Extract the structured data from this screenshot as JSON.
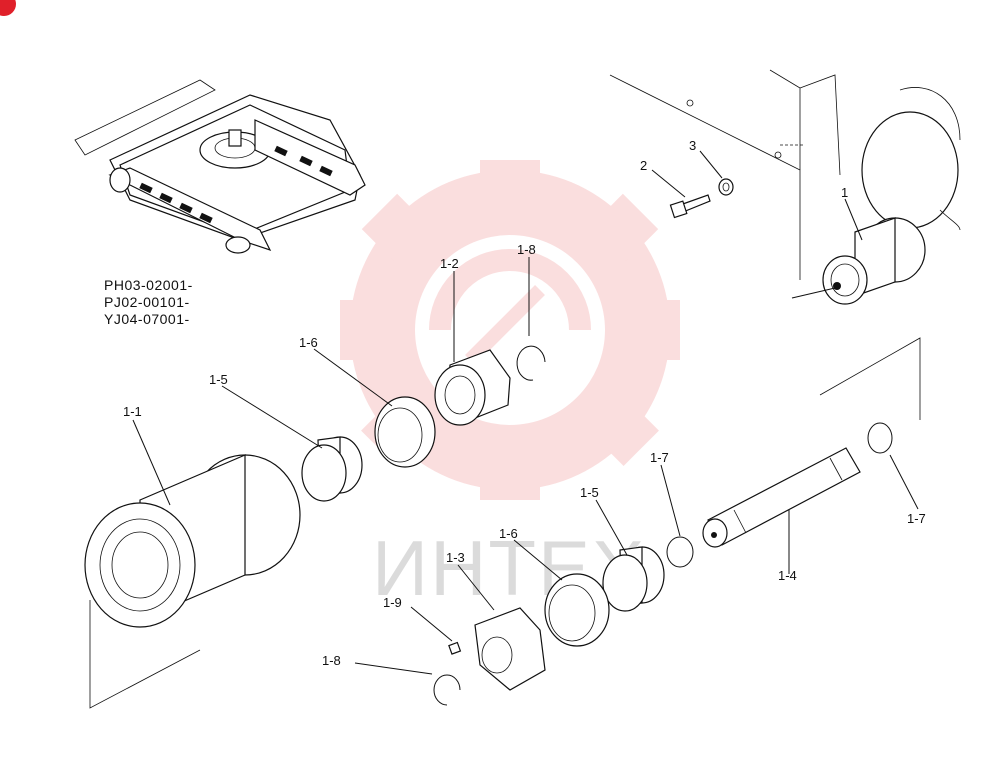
{
  "corner_badge_color": "#e0202a",
  "watermark": {
    "text": "ИНТЕХ",
    "color": "#f08a8a"
  },
  "serials": [
    "PH03-02001-",
    "PJ02-00101-",
    "YJ04-07001-"
  ],
  "callouts": {
    "c1": "1",
    "c2": "2",
    "c3": "3",
    "c1_1": "1-1",
    "c1_2": "1-2",
    "c1_3": "1-3",
    "c1_4": "1-4",
    "c1_5a": "1-5",
    "c1_5b": "1-5",
    "c1_6a": "1-6",
    "c1_6b": "1-6",
    "c1_7a": "1-7",
    "c1_7b": "1-7",
    "c1_8a": "1-8",
    "c1_8b": "1-8",
    "c1_9": "1-9"
  }
}
